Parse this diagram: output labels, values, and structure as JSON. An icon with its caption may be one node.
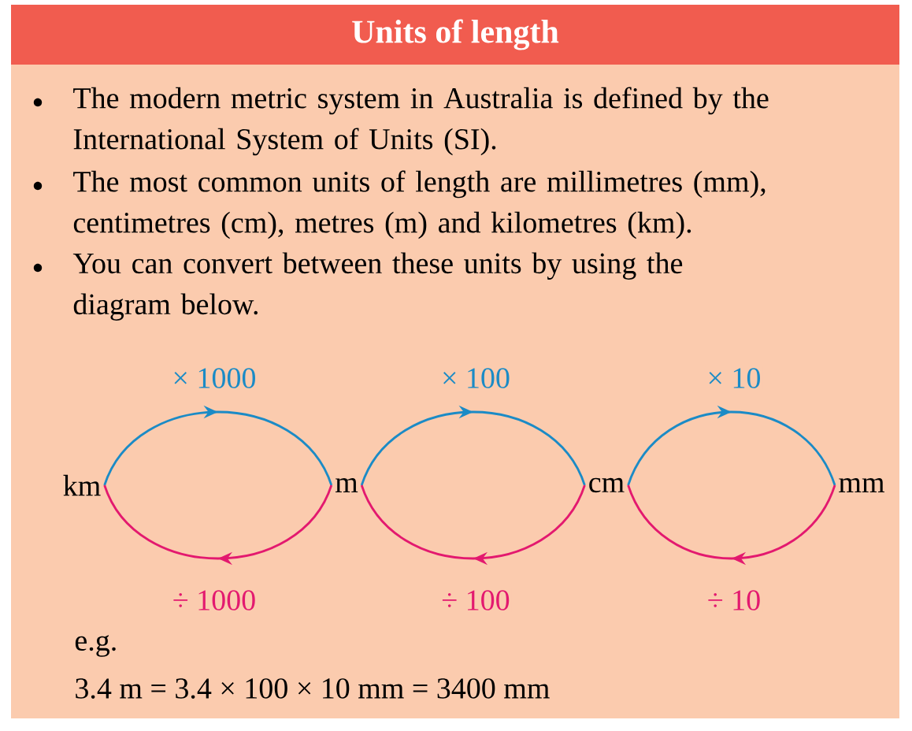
{
  "diagram": {
    "title": "Units of length",
    "nodes": [
      {
        "text": [
          "km"
        ]
      },
      {
        "text": [
          "m"
        ]
      },
      {
        "text": [
          "cm"
        ]
      },
      {
        "text": [
          "mm"
        ]
      }
    ],
    "edges": [
      {
        "from": 0,
        "to": 1,
        "arrow": "to",
        "label": "× 1000",
        "color": "#1b8bc6"
      },
      {
        "from": 1,
        "to": 2,
        "arrow": "to",
        "label": "× 100",
        "color": "#1b8bc6"
      },
      {
        "from": 2,
        "to": 3,
        "arrow": "to",
        "label": "× 10",
        "color": "#1b8bc6"
      },
      {
        "from": 1,
        "to": 0,
        "arrow": "to",
        "label": "÷ 1000",
        "color": "#e3196f"
      },
      {
        "from": 2,
        "to": 1,
        "arrow": "to",
        "label": "÷ 100",
        "color": "#e3196f"
      },
      {
        "from": 3,
        "to": 2,
        "arrow": "to",
        "label": "÷ 10",
        "color": "#e3196f"
      }
    ],
    "labels": [
      "The modern metric system in Australia is defined by the International System of Units (SI).",
      "The most common units of length are millimetres (mm), centimetres (cm), metres (m) and kilometres (km).",
      "You can convert between these units by using the diagram below.",
      "e.g.",
      "3.4 m = 3.4 × 100 × 10 mm = 3400 mm"
    ]
  }
}
